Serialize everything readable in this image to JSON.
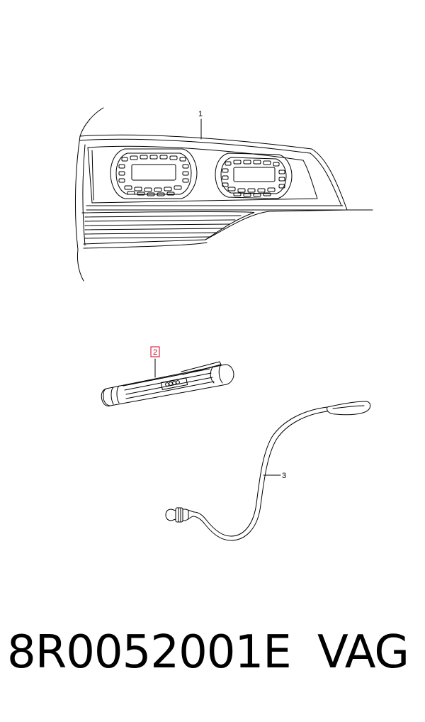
{
  "callouts": {
    "item1": "1",
    "item2": "2",
    "item3": "3"
  },
  "footer": {
    "part_number": "8R0052001E",
    "brand": "VAG"
  },
  "colors": {
    "line": "#000000",
    "highlight": "#d0021b",
    "background": "#ffffff"
  }
}
